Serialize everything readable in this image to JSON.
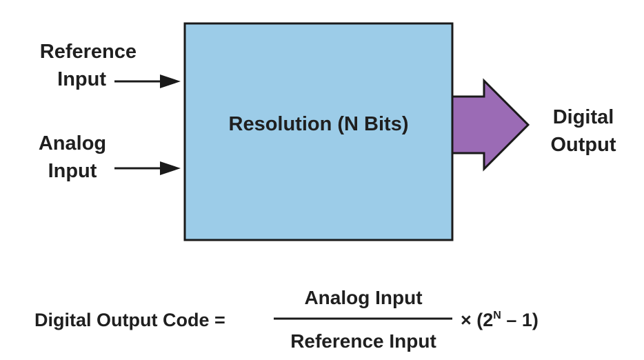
{
  "inputs": {
    "reference": {
      "line1": "Reference",
      "line2": "Input"
    },
    "analog": {
      "line1": "Analog",
      "line2": "Input"
    }
  },
  "block": {
    "label": "Resolution (N Bits)",
    "fill": "#9ccce8",
    "stroke": "#1a1a1a"
  },
  "output": {
    "line1": "Digital",
    "line2": "Output",
    "arrow_fill": "#9b6bb5"
  },
  "formula": {
    "lhs": "Digital Output Code =",
    "numerator": "Analog Input",
    "denominator": "Reference Input",
    "multiply": "× (2",
    "exponent": "N",
    "tail": " – 1)"
  }
}
